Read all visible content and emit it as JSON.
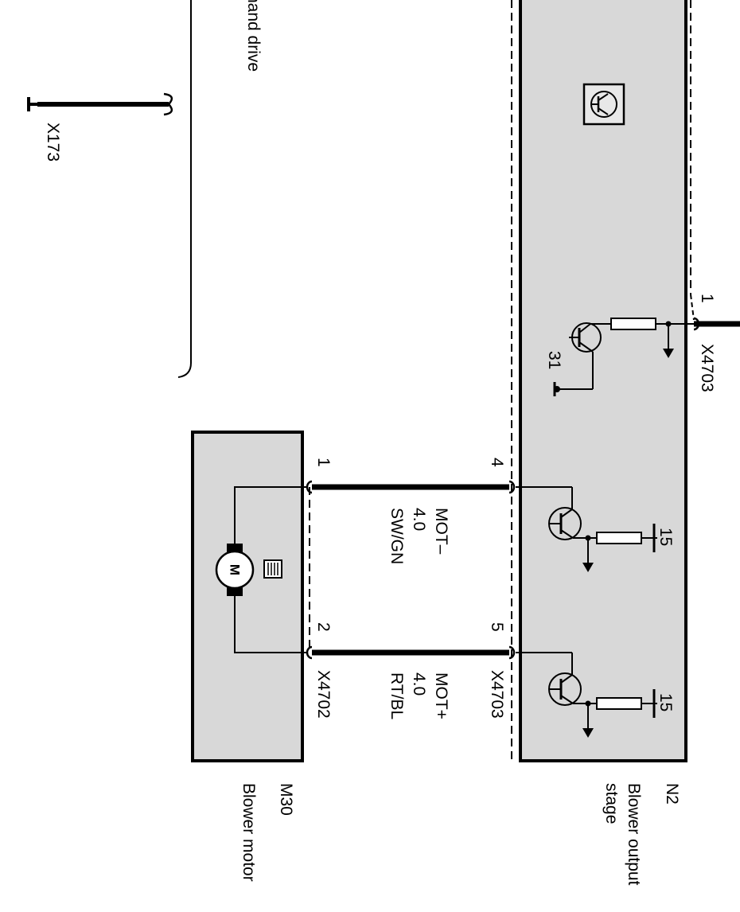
{
  "colors": {
    "module_fill": "#d8d8d8",
    "wire": "#000000",
    "background": "#ffffff"
  },
  "top_partial_text": "hand drive",
  "ground_connector": {
    "id": "X173"
  },
  "modules": {
    "n2": {
      "id": "N2",
      "name_line1": "Blower output",
      "name_line2": "stage",
      "icon": "transistor-symbol-icon"
    },
    "m30": {
      "id": "M30",
      "name": "Blower motor",
      "icon": "motor-symbol-icon"
    }
  },
  "connectors": {
    "x4703_top": {
      "id": "X4703",
      "pin": "1"
    },
    "x4703_bottom": {
      "id": "X4703",
      "pin_a": "4",
      "pin_b": "5"
    },
    "x4702": {
      "id": "X4702",
      "pin_a": "1",
      "pin_b": "2"
    }
  },
  "transistor_terminals": {
    "ground": "31",
    "supply_a": "15",
    "supply_b": "15"
  },
  "wires": [
    {
      "signal": "MOT–",
      "gauge": "4.0",
      "color_code": "SW/GN"
    },
    {
      "signal": "MOT+",
      "gauge": "4.0",
      "color_code": "RT/BL"
    }
  ]
}
